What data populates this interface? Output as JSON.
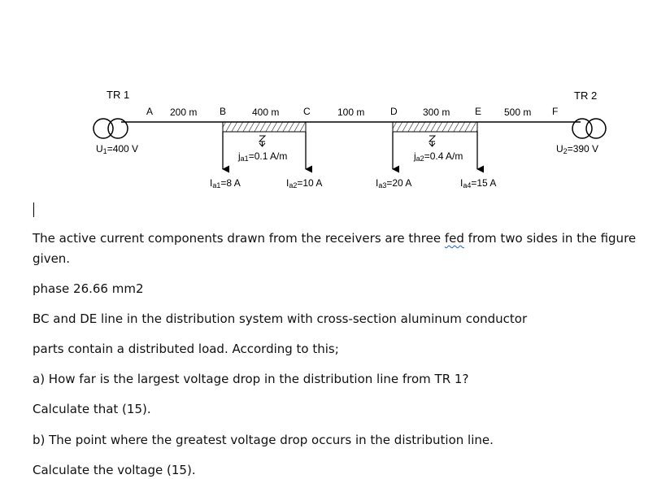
{
  "diagram": {
    "tr1_label": "TR 1",
    "tr2_label": "TR 2",
    "u1": {
      "main": "U",
      "sub": "1",
      "rest": "=400 V"
    },
    "u2": {
      "main": "U",
      "sub": "2",
      "rest": "=390 V"
    },
    "nodes": [
      "A",
      "B",
      "C",
      "D",
      "E",
      "F"
    ],
    "segments": [
      "200 m",
      "400 m",
      "100 m",
      "300 m",
      "500 m"
    ],
    "ja1": {
      "main": "j",
      "sub": "a1",
      "rest": "=0.1 A/m"
    },
    "ja2": {
      "main": "j",
      "sub": "a2",
      "rest": "=0.4 A/m"
    },
    "ia1": {
      "main": "I",
      "sub": "a1",
      "rest": "=8 A"
    },
    "ia2": {
      "main": "I",
      "sub": "a2",
      "rest": "=10 A"
    },
    "ia3": {
      "main": "I",
      "sub": "a3",
      "rest": "=20 A"
    },
    "ia4": {
      "main": "I",
      "sub": "a4",
      "rest": "=15 A"
    }
  },
  "text": {
    "line1_before": "The active current components drawn from the receivers are three ",
    "line1_word": "fed",
    "line1_after": " from two sides in the figure",
    "line2": "given.",
    "line3": "phase 26.66 mm2",
    "line4": "BC and DE line in the distribution system with cross-section aluminum conductor",
    "line5": "parts contain a distributed load. According to this;",
    "line6": "a) How far is the largest voltage drop in the distribution line from TR 1?",
    "line7": "Calculate that (15).",
    "line8": "b) The point where the greatest voltage drop occurs in the distribution line.",
    "line9": "Calculate the voltage (15)."
  }
}
